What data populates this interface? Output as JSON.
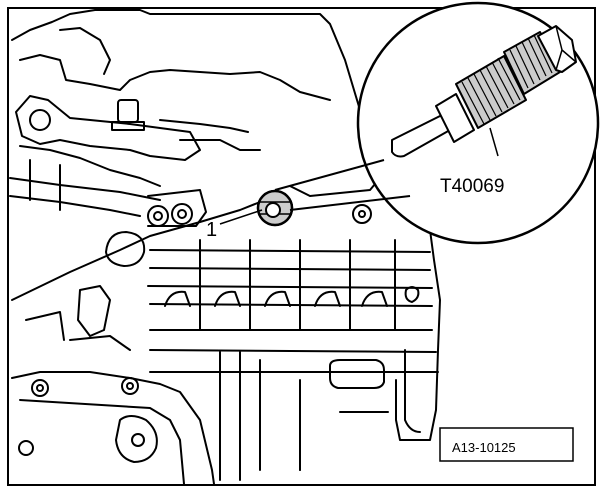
{
  "callouts": {
    "item_1": "1",
    "tool": "T40069"
  },
  "figure_id": "A13-10125",
  "colors": {
    "line": "#000000",
    "background": "#ffffff",
    "shade": "#cccccc"
  }
}
